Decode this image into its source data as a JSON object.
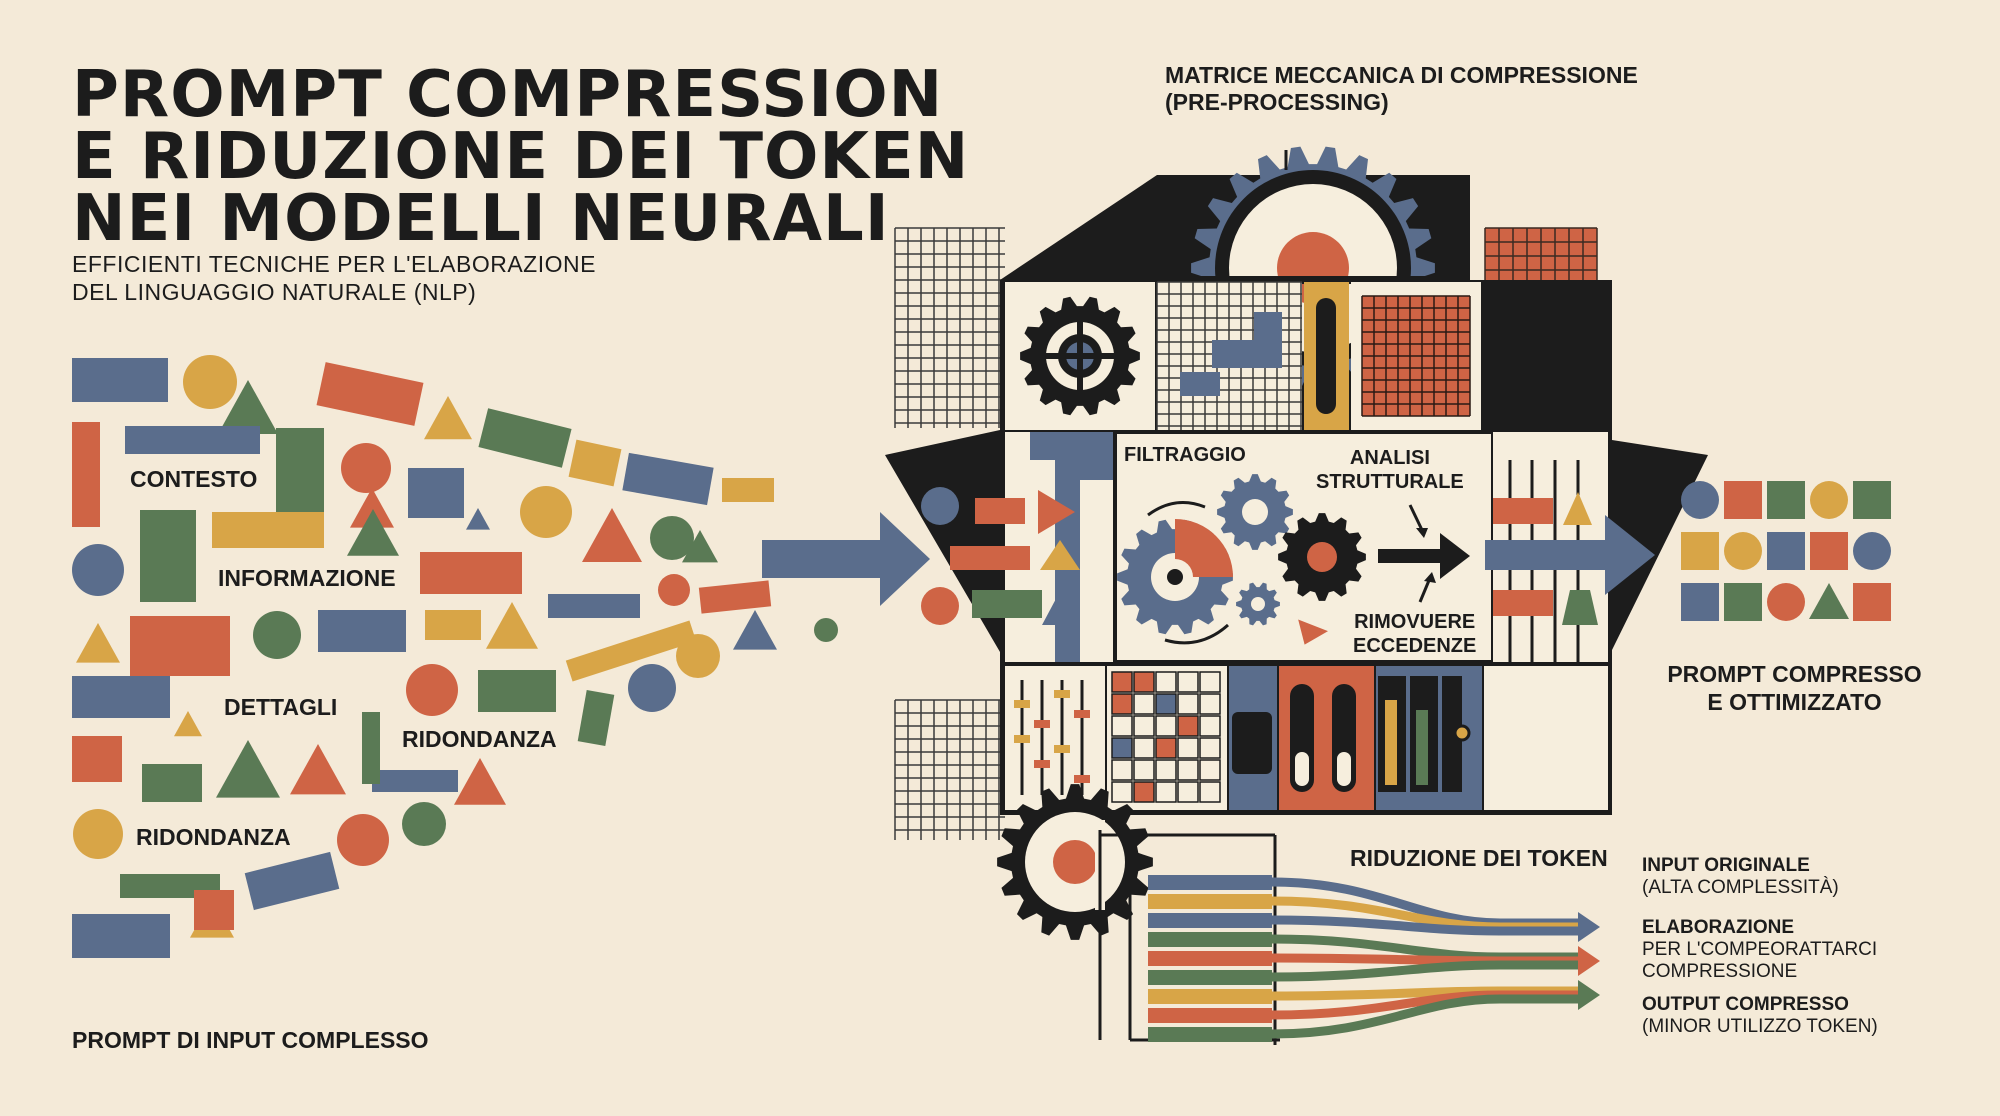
{
  "title": [
    "PROMPT COMPRESSION",
    "E RIDUZIONE DEI TOKEN",
    "NEI MODELLI NEURALI"
  ],
  "subtitle": [
    "EFFICIENTI TECNICHE PER L'ELABORAZIONE",
    "DEL LINGUAGGIO NATURALE (NLP)"
  ],
  "input_section": {
    "words": [
      "CONTESTO",
      "INFORMAZIONE",
      "DETTAGLI",
      "RIDONDANZA",
      "RIDONDANZA"
    ],
    "caption": "PROMPT DI INPUT COMPLESSO"
  },
  "machine": {
    "title": [
      "MATRICE MECCANICA DI COMPRESSIONE",
      "(PRE-PROCESSING)"
    ],
    "filtering": "FILTRAGGIO",
    "analysis": [
      "ANALISI",
      "STRUTTURALE"
    ],
    "remove": [
      "RIMOVUERE",
      "ECCEDENZE"
    ]
  },
  "output": [
    "PROMPT COMPRESSO",
    "E OTTIMIZZATO"
  ],
  "token_reduction": {
    "title": "RIDUZIONE DEI TOKEN",
    "legend": [
      {
        "head": "INPUT ORIGINALE",
        "sub": [
          "(ALTA COMPLESSITÀ)"
        ]
      },
      {
        "head": "ELABORAZIONE",
        "sub": [
          "PER L'COMPEORATTARCI",
          "COMPRESSIONE"
        ]
      },
      {
        "head": "OUTPUT COMPRESSO",
        "sub": [
          "(MINOR UTILIZZO TOKEN)"
        ]
      }
    ]
  },
  "palette": {
    "background": "#f4ead8",
    "ink": "#1c1c1c",
    "blue": "#5a6d8c",
    "orange": "#cf6445",
    "green": "#5a7a55",
    "mustard": "#d8a547",
    "cream": "#f6eedd"
  }
}
